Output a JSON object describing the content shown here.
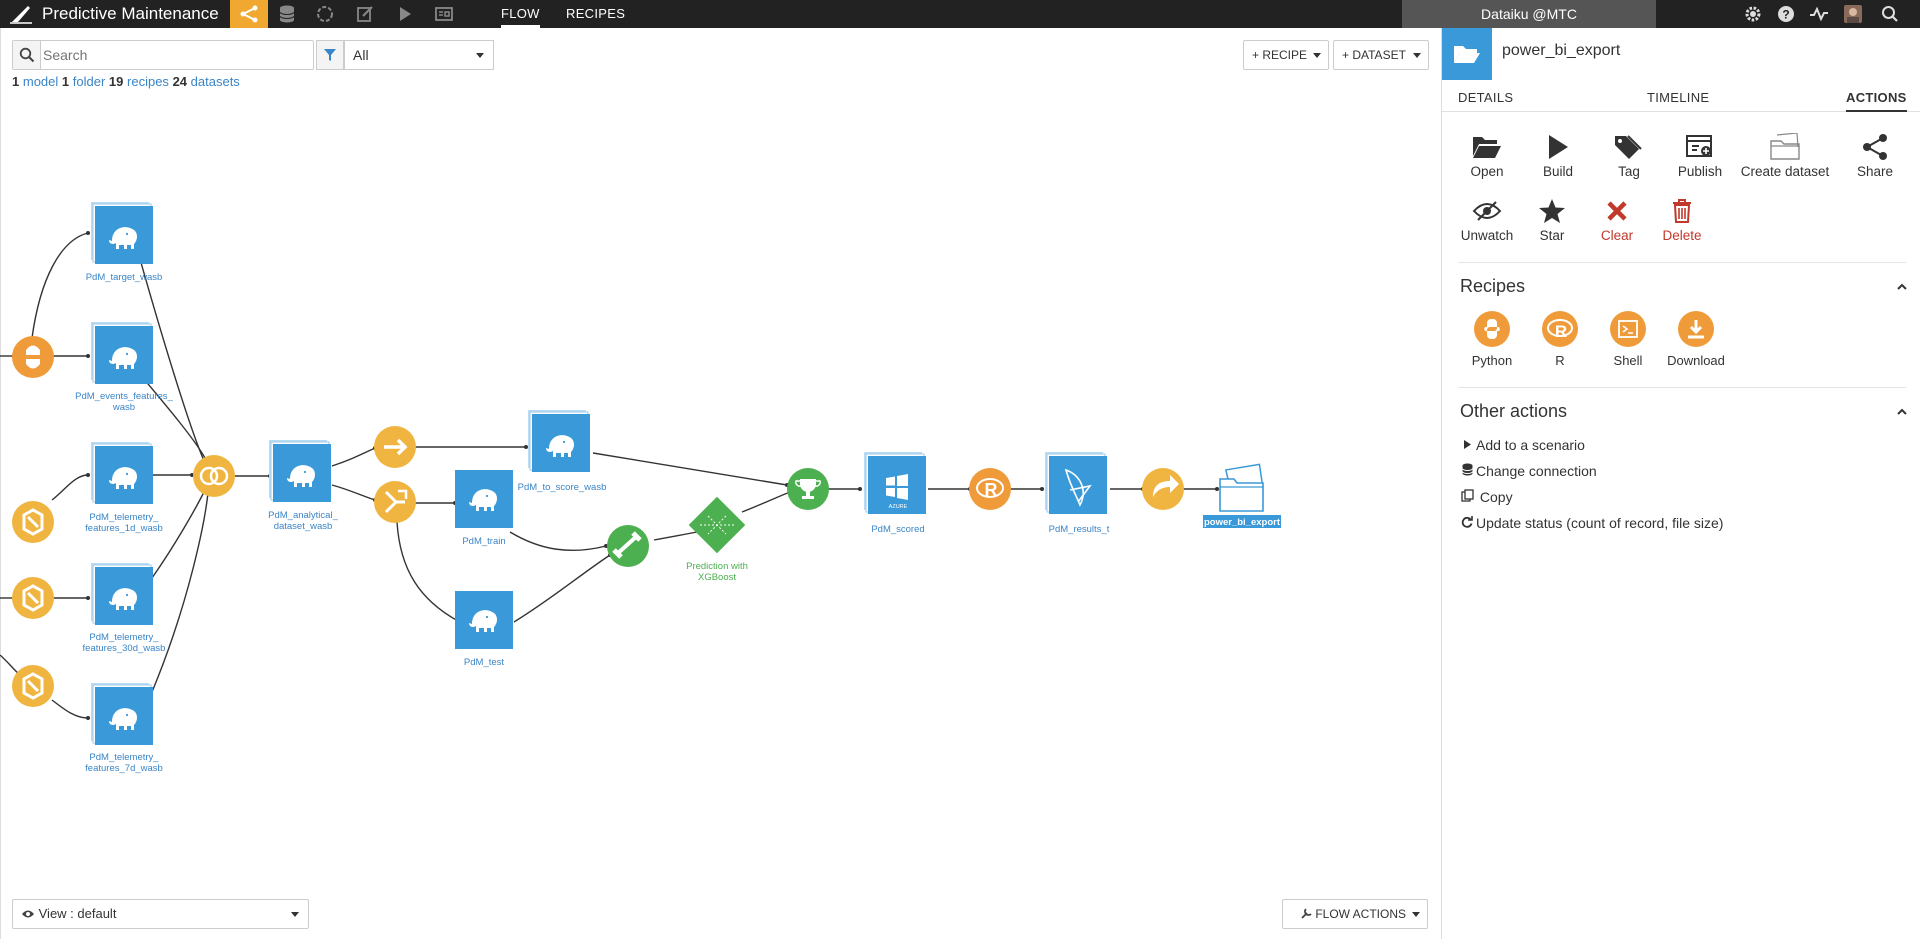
{
  "topbar": {
    "project_name": "Predictive Maintenance",
    "tabs": [
      "FLOW",
      "RECIPES"
    ],
    "instance": "Dataiku @MTC"
  },
  "search": {
    "placeholder": "Search",
    "value": ""
  },
  "filter": {
    "selected": "All"
  },
  "counts": {
    "n1": "1",
    "l1": "model",
    "n2": "1",
    "l2": "folder",
    "n3": "19",
    "l3": "recipes",
    "n4": "24",
    "l4": "datasets"
  },
  "buttons": {
    "recipe": "+ RECIPE",
    "dataset": "+ DATASET",
    "view": "View : default",
    "flow_actions": "FLOW ACTIONS"
  },
  "nodes": {
    "target": "PdM_target_wasb",
    "events_1": "PdM_events_features_",
    "events_2": "wasb",
    "tel1d_1": "PdM_telemetry_",
    "tel1d_2": "features_1d_wasb",
    "tel30d_1": "PdM_telemetry_",
    "tel30d_2": "features_30d_wasb",
    "tel7d_1": "PdM_telemetry_",
    "tel7d_2": "features_7d_wasb",
    "analytical_1": "PdM_analytical_",
    "analytical_2": "dataset_wasb",
    "to_score": "PdM_to_score_wasb",
    "train": "PdM_train",
    "test": "PdM_test",
    "prediction_1": "Prediction with",
    "prediction_2": "XGBoost",
    "scored": "PdM_scored",
    "azure": "AZURE",
    "results": "PdM_results_t",
    "export": "power_bi_export"
  },
  "panel": {
    "title": "power_bi_export",
    "tabs": [
      "DETAILS",
      "TIMELINE",
      "ACTIONS"
    ],
    "actions": [
      "Open",
      "Build",
      "Tag",
      "Publish",
      "Create dataset",
      "Share",
      "Unwatch",
      "Star",
      "Clear",
      "Delete"
    ],
    "recipes_title": "Recipes",
    "recipes": [
      "Python",
      "R",
      "Shell",
      "Download"
    ],
    "other_title": "Other actions",
    "other": [
      "Add to a scenario",
      "Change connection",
      "Copy",
      "Update status (count of record, file size)"
    ]
  },
  "colors": {
    "accent": "#f0a830",
    "dataset": "#3a99d8",
    "ml": "#4caf50",
    "code": "#f09b3a",
    "danger": "#c0392b"
  }
}
